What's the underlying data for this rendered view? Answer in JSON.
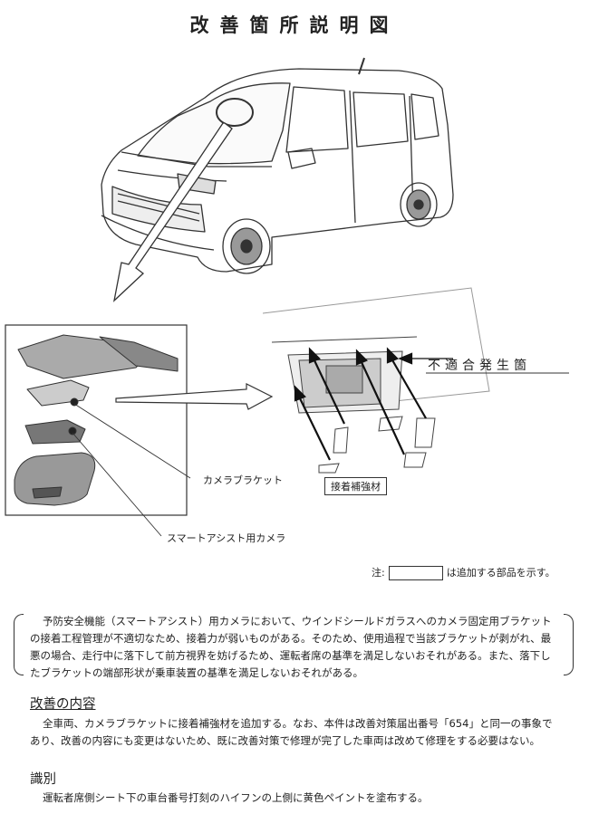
{
  "title": "改善箇所説明図",
  "labels": {
    "camera_bracket": "カメラブラケット",
    "smart_assist_camera": "スマートアシスト用カメラ",
    "adhesive_reinforcement": "接着補強材",
    "defect_location": "不適合発生箇"
  },
  "note": {
    "prefix": "注:",
    "suffix": "は追加する部品を示す。"
  },
  "defect_description": "予防安全機能（スマートアシスト）用カメラにおいて、ウインドシールドガラスへのカメラ固定用ブラケットの接着工程管理が不適切なため、接着力が弱いものがある。そのため、使用過程で当該ブラケットが剥がれ、最悪の場合、走行中に落下して前方視界を妨げるため、運転者席の基準を満足しないおそれがある。また、落下したブラケットの端部形状が乗車装置の基準を満足しないおそれがある。",
  "improvement": {
    "heading": "改善の内容",
    "text": "全車両、カメラブラケットに接着補強材を追加する。なお、本件は改善対策届出番号「654」と同一の事象であり、改善の内容にも変更はないため、既に改善対策で修理が完了した車両は改めて修理をする必要はない。"
  },
  "identification": {
    "heading": "識別",
    "text": "運転者席側シート下の車台番号打刻のハイフンの上側に黄色ペイントを塗布する。"
  }
}
